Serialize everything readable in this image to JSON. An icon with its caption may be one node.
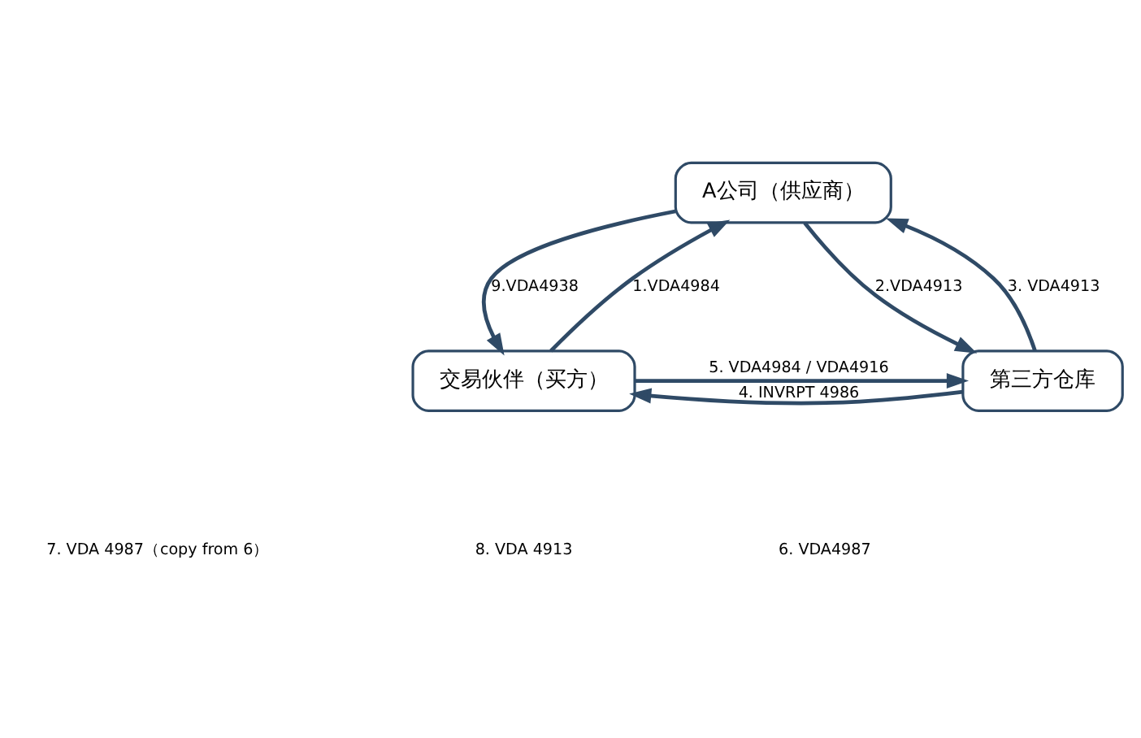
{
  "diagram": {
    "nodes": [
      {
        "text": [
          "A公司（供应商）"
        ]
      },
      {
        "text": [
          "交易伙伴（买方）"
        ]
      },
      {
        "text": [
          "第三方仓库"
        ]
      }
    ],
    "edges": [
      {
        "from": 1,
        "to": 0,
        "arrow": "to",
        "label": "1.VDA4984"
      },
      {
        "from": 0,
        "to": 1,
        "arrow": "to",
        "label": "9.VDA4938"
      },
      {
        "from": 0,
        "to": 2,
        "arrow": "to",
        "label": "2.VDA4913"
      },
      {
        "from": 2,
        "to": 0,
        "arrow": "to",
        "label": "3. VDA4913"
      },
      {
        "from": 1,
        "to": 2,
        "arrow": "to",
        "label": "5. VDA4984 / VDA4916"
      },
      {
        "from": 2,
        "to": 1,
        "arrow": "to",
        "label": "4. INVRPT 4986"
      }
    ],
    "labels": [
      "7. VDA 4987（copy from 6）",
      "8. VDA 4913",
      "6. VDA4987"
    ]
  }
}
